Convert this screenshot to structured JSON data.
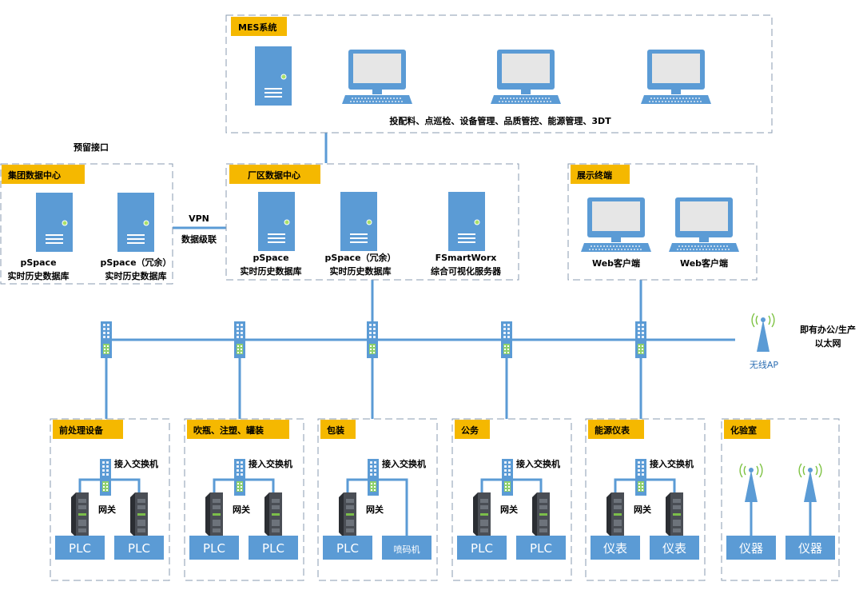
{
  "mes": {
    "title": "MES系统",
    "caption": "投配料、点巡检、设备管理、品质管控、能源管理、3DT"
  },
  "reserved_interface": "预留接口",
  "group_dc": {
    "title": "集团数据中心",
    "servers": [
      {
        "line1": "pSpace",
        "line2": "实时历史数据库"
      },
      {
        "line1": "pSpace（冗余）",
        "line2": "实时历史数据库"
      }
    ]
  },
  "link": {
    "vpn": "VPN",
    "level": "数据级联"
  },
  "plant_dc": {
    "title": "厂区数据中心",
    "servers": [
      {
        "line1": "pSpace",
        "line2": "实时历史数据库"
      },
      {
        "line1": "pSpace（冗余）",
        "line2": "实时历史数据库"
      },
      {
        "line1": "FSmartWorx",
        "line2": "综合可视化服务器"
      }
    ]
  },
  "display": {
    "title": "展示终端",
    "clients": [
      "Web客户端",
      "Web客户端"
    ]
  },
  "ethernet": {
    "line1": "即有办公/生产",
    "line2": "以太网"
  },
  "wireless_ap": "无线AP",
  "zones": [
    {
      "title": "前处理设备",
      "switch": "接入交换机",
      "gateway": "网关",
      "devices": [
        "PLC",
        "PLC"
      ]
    },
    {
      "title": "吹瓶、注塑、罐装",
      "switch": "接入交换机",
      "gateway": "网关",
      "devices": [
        "PLC",
        "PLC"
      ]
    },
    {
      "title": "包装",
      "switch": "接入交换机",
      "gateway": "网关",
      "devices": [
        "PLC",
        "喷码机"
      ]
    },
    {
      "title": "公务",
      "switch": "接入交换机",
      "gateway": "网关",
      "devices": [
        "PLC",
        "PLC"
      ]
    },
    {
      "title": "能源仪表",
      "switch": "接入交换机",
      "gateway": "网关",
      "devices": [
        "仪表",
        "仪表"
      ]
    },
    {
      "title": "化验室",
      "devices": [
        "仪器",
        "仪器"
      ]
    }
  ],
  "colors": {
    "accent_tag": "#f5b800",
    "blue": "#5b9bd5",
    "line": "#5b9bd5",
    "dark_device": "#3a3d42",
    "border": "#8a9bb0"
  }
}
